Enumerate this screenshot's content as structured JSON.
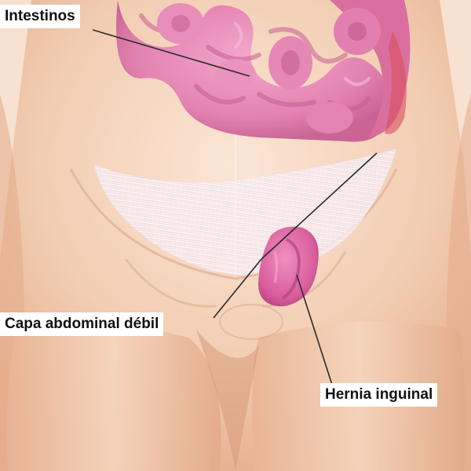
{
  "labels": {
    "intestines": "Intestinos",
    "weak_abdominal_layer": "Capa abdominal débil",
    "inguinal_hernia": "Hernia inguinal"
  },
  "colors": {
    "skin_light": "#f6d9c3",
    "skin_mid": "#eec3a3",
    "skin_shadow": "#d9a07f",
    "intestine": "#e27fb1",
    "intestine_dark": "#c85e93",
    "hernia": "#d95e9c",
    "mesh": "#f3e3ea",
    "leader_line": "#2a2a2a",
    "label_background": "#ffffff",
    "label_text": "#111111"
  }
}
